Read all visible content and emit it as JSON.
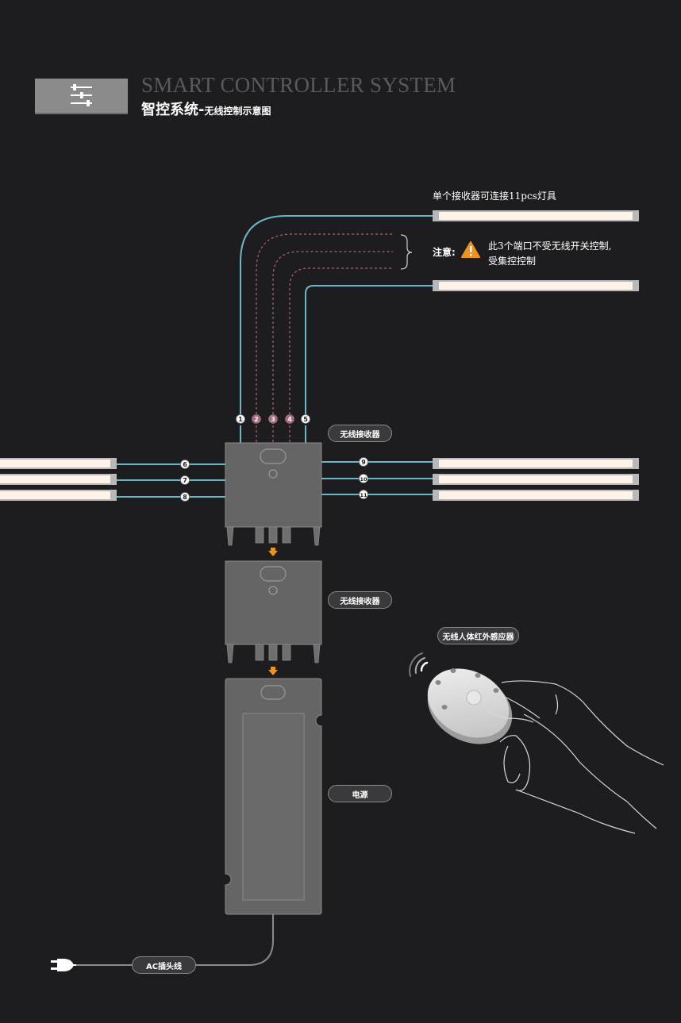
{
  "header": {
    "title_en": "SMART CONTROLLER SYSTEM",
    "title_cn": "智控系统-",
    "subtitle_cn": "无线控制示意图",
    "icon": "sliders-icon"
  },
  "notes": {
    "capacity": "单个接收器可连接11pcs灯具",
    "attention_label": "注意:",
    "attention_icon": "warning-triangle-icon",
    "attention_line1": "此3个端口不受无线开关控制,",
    "attention_line2": "受集控控制"
  },
  "labels": {
    "receiver_1": "无线接收器",
    "receiver_2": "无线接收器",
    "power": "电源",
    "sensor": "无线人体红外感应器",
    "ac_plug": "AC插头线"
  },
  "ports": [
    {
      "number": "1",
      "type": "wireless"
    },
    {
      "number": "2",
      "type": "central"
    },
    {
      "number": "3",
      "type": "central"
    },
    {
      "number": "4",
      "type": "central"
    },
    {
      "number": "5",
      "type": "wireless"
    },
    {
      "number": "6",
      "type": "wireless"
    },
    {
      "number": "7",
      "type": "wireless"
    },
    {
      "number": "8",
      "type": "wireless"
    },
    {
      "number": "9",
      "type": "wireless"
    },
    {
      "number": "10",
      "type": "wireless"
    },
    {
      "number": "11",
      "type": "wireless"
    }
  ],
  "colors": {
    "background": "#1d1c1e",
    "wire": "#6bb6c8",
    "central_wire": "#b0667a",
    "device": "#656566",
    "warning": "#f0921e",
    "light": "#fdf3e8"
  }
}
